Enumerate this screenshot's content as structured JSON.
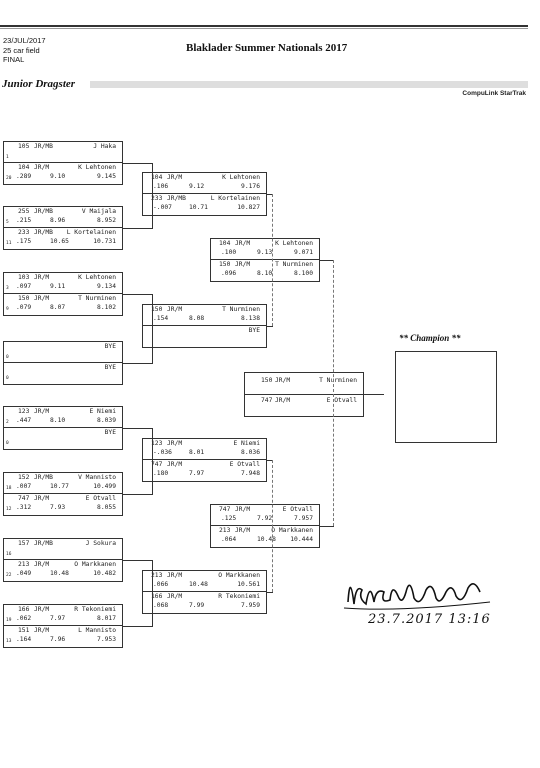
{
  "header": {
    "date": "23/JUL/2017",
    "field": "25 car field",
    "round": "FINAL",
    "title": "Blaklader Summer Nationals 2017",
    "class_name": "Junior Dragster",
    "system": "CompuLink StarTrak"
  },
  "round1": [
    {
      "top": {
        "car": "105",
        "cls": "JR/MB",
        "name": "J Haka",
        "lane": "1",
        "rt": "",
        "et": "",
        "spd": ""
      },
      "bot": {
        "car": "104",
        "cls": "JR/M",
        "name": "K Lehtonen",
        "lane": "20",
        "rt": ".289",
        "et": "9.10",
        "spd": "9.145"
      }
    },
    {
      "top": {
        "car": "255",
        "cls": "JR/MB",
        "name": "V Maijala",
        "lane": "5",
        "rt": ".215",
        "et": "8.96",
        "spd": "8.952"
      },
      "bot": {
        "car": "233",
        "cls": "JR/MB",
        "name": "L Kortelainen",
        "lane": "11",
        "rt": ".175",
        "et": "10.65",
        "spd": "10.731"
      }
    },
    {
      "top": {
        "car": "103",
        "cls": "JR/M",
        "name": "K Lehtonen",
        "lane": "3",
        "rt": ".097",
        "et": "9.11",
        "spd": "9.134"
      },
      "bot": {
        "car": "150",
        "cls": "JR/M",
        "name": "T Nurminen",
        "lane": "9",
        "rt": ".079",
        "et": "8.07",
        "spd": "8.102"
      }
    },
    {
      "top": {
        "car": "",
        "cls": "",
        "name": "BYE",
        "lane": "0",
        "rt": "",
        "et": "",
        "spd": ""
      },
      "bot": {
        "car": "",
        "cls": "",
        "name": "BYE",
        "lane": "0",
        "rt": "",
        "et": "",
        "spd": ""
      }
    },
    {
      "top": {
        "car": "123",
        "cls": "JR/M",
        "name": "E Niemi",
        "lane": "2",
        "rt": ".447",
        "et": "8.10",
        "spd": "8.039"
      },
      "bot": {
        "car": "",
        "cls": "",
        "name": "BYE",
        "lane": "0",
        "rt": "",
        "et": "",
        "spd": ""
      }
    },
    {
      "top": {
        "car": "152",
        "cls": "JR/MB",
        "name": "V Mannisto",
        "lane": "18",
        "rt": ".007",
        "et": "10.77",
        "spd": "10.499"
      },
      "bot": {
        "car": "747",
        "cls": "JR/M",
        "name": "E Otvall",
        "lane": "12",
        "rt": ".312",
        "et": "7.93",
        "spd": "8.055"
      }
    },
    {
      "top": {
        "car": "157",
        "cls": "JR/MB",
        "name": "J Sokura",
        "lane": "16",
        "rt": "",
        "et": "",
        "spd": ""
      },
      "bot": {
        "car": "213",
        "cls": "JR/M",
        "name": "O Markkanen",
        "lane": "22",
        "rt": ".049",
        "et": "10.48",
        "spd": "10.482"
      }
    },
    {
      "top": {
        "car": "166",
        "cls": "JR/M",
        "name": "R Tekoniemi",
        "lane": "19",
        "rt": ".062",
        "et": "7.97",
        "spd": "8.017"
      },
      "bot": {
        "car": "151",
        "cls": "JR/M",
        "name": "L Mannisto",
        "lane": "13",
        "rt": ".164",
        "et": "7.96",
        "spd": "7.953"
      }
    }
  ],
  "round2": [
    {
      "top": {
        "car": "104",
        "cls": "JR/M",
        "name": "K Lehtonen",
        "rt": ".106",
        "et": "9.12",
        "spd": "9.176"
      },
      "bot": {
        "car": "233",
        "cls": "JR/MB",
        "name": "L Kortelainen",
        "rt": "-.007",
        "et": "10.71",
        "spd": "10.827"
      }
    },
    {
      "top": {
        "car": "150",
        "cls": "JR/M",
        "name": "T Nurminen",
        "rt": ".154",
        "et": "8.08",
        "spd": "8.138"
      },
      "bot": {
        "car": "",
        "cls": "",
        "name": "BYE",
        "rt": "",
        "et": "",
        "spd": ""
      }
    },
    {
      "top": {
        "car": "123",
        "cls": "JR/M",
        "name": "E Niemi",
        "rt": "-.036",
        "et": "8.01",
        "spd": "8.036"
      },
      "bot": {
        "car": "747",
        "cls": "JR/M",
        "name": "E Otvall",
        "rt": ".180",
        "et": "7.97",
        "spd": "7.948"
      }
    },
    {
      "top": {
        "car": "213",
        "cls": "JR/M",
        "name": "O Markkanen",
        "rt": ".066",
        "et": "10.48",
        "spd": "10.561"
      },
      "bot": {
        "car": "166",
        "cls": "JR/M",
        "name": "R Tekoniemi",
        "rt": ".068",
        "et": "7.99",
        "spd": "7.959"
      }
    }
  ],
  "round3": [
    {
      "top": {
        "car": "104",
        "cls": "JR/M",
        "name": "K Lehtonen",
        "rt": ".100",
        "et": "9.13",
        "spd": "9.071"
      },
      "bot": {
        "car": "150",
        "cls": "JR/M",
        "name": "T Nurminen",
        "rt": ".096",
        "et": "8.10",
        "spd": "8.100"
      }
    },
    {
      "top": {
        "car": "747",
        "cls": "JR/M",
        "name": "E Otvall",
        "rt": ".125",
        "et": "7.92",
        "spd": "7.957"
      },
      "bot": {
        "car": "213",
        "cls": "JR/M",
        "name": "O Markkanen",
        "rt": ".064",
        "et": "10.48",
        "spd": "10.444"
      }
    }
  ],
  "final": {
    "top": {
      "car": "150",
      "cls": "JR/M",
      "name": "T Nurminen"
    },
    "bot": {
      "car": "747",
      "cls": "JR/M",
      "name": "E Otvall"
    }
  },
  "champion": {
    "label": "** Champion **",
    "name": ""
  },
  "signature": {
    "date": "23.7.2017",
    "time": "13:16"
  }
}
